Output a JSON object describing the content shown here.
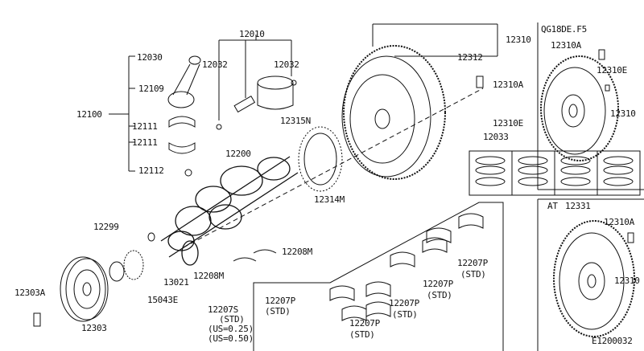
{
  "diagram_id": "E1200032",
  "variants": {
    "manual": "QG18DE.F5",
    "automatic": "AT"
  },
  "labels": {
    "piston_assy": "12010",
    "rod_bushing": "12030",
    "snap_ring_left": "12032",
    "snap_ring_right": "12032",
    "rod_bolt": "12109",
    "connecting_rod": "12100",
    "rod_bearing_upper": "12111",
    "rod_bearing_lower": "12111",
    "rod_nut": "12112",
    "flywheel_bolt_pin": "12315N",
    "crankshaft": "12200",
    "flywheel": "12310",
    "ring_gear": "12312",
    "flywheel_bolt": "12310A",
    "flywheel_dowel": "12310E",
    "piston_ring_set": "12033",
    "signal_plate": "12314M",
    "qg_bolt": "12310A",
    "qg_dowel": "12310E",
    "qg_flywheel": "12310",
    "at_drive_plate": "12331",
    "at_bolt": "12310A",
    "at_flywheel": "12310",
    "key": "12299",
    "thrust_bearing_right": "12208M",
    "thrust_bearing_left": "12208M",
    "sprocket": "13021",
    "pulley_bolt": "12303A",
    "oil_seal": "15043E",
    "crank_pulley": "12303",
    "main_bearing": "12207S",
    "main_bearing_std": "(STD)",
    "main_bearing_us025": "(US=0.25)",
    "main_bearing_us050": "(US=0.50)",
    "bearing_p": "12207P",
    "bearing_p_std": "(STD)"
  }
}
